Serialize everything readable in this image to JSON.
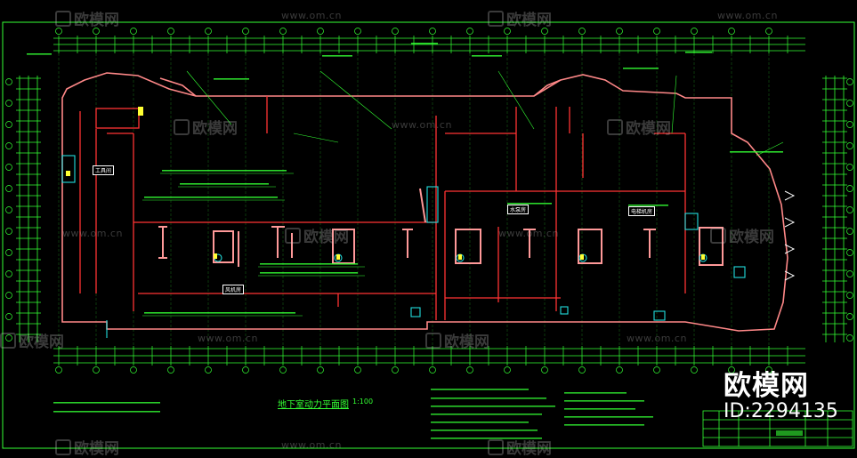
{
  "drawing": {
    "title": "地下室动力平面图",
    "scale": "1:100"
  },
  "brand": {
    "name": "欧模网",
    "id": "ID:2294135"
  },
  "watermark": {
    "logo_text": "欧模网",
    "url_text": "www.om.cn"
  },
  "room_labels": [
    "工具间",
    "风机房",
    "水泵房",
    "电梯机房"
  ],
  "colors": {
    "background": "#000000",
    "grid_lines": "#33ff33",
    "walls": "#ff3333",
    "outline": "#ff8888",
    "cyan": "#22dddd",
    "yellow": "#ffff33",
    "text": "#ffffff"
  }
}
